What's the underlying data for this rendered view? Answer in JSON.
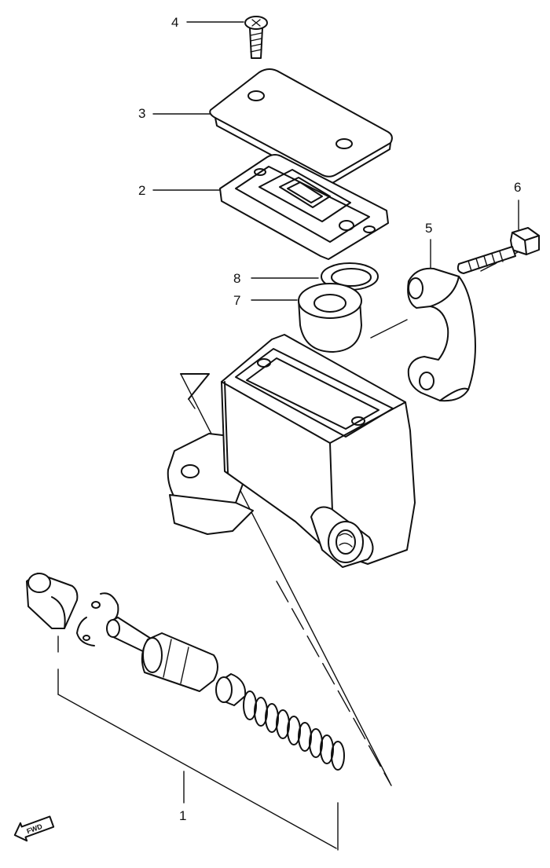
{
  "callouts": [
    {
      "id": "1",
      "label": "1"
    },
    {
      "id": "2",
      "label": "2"
    },
    {
      "id": "3",
      "label": "3"
    },
    {
      "id": "4",
      "label": "4"
    },
    {
      "id": "5",
      "label": "5"
    },
    {
      "id": "6",
      "label": "6"
    },
    {
      "id": "7",
      "label": "7"
    },
    {
      "id": "8",
      "label": "8"
    }
  ],
  "fwd_marker": {
    "label": "FWD",
    "icon": "fwd-arrow-icon"
  }
}
